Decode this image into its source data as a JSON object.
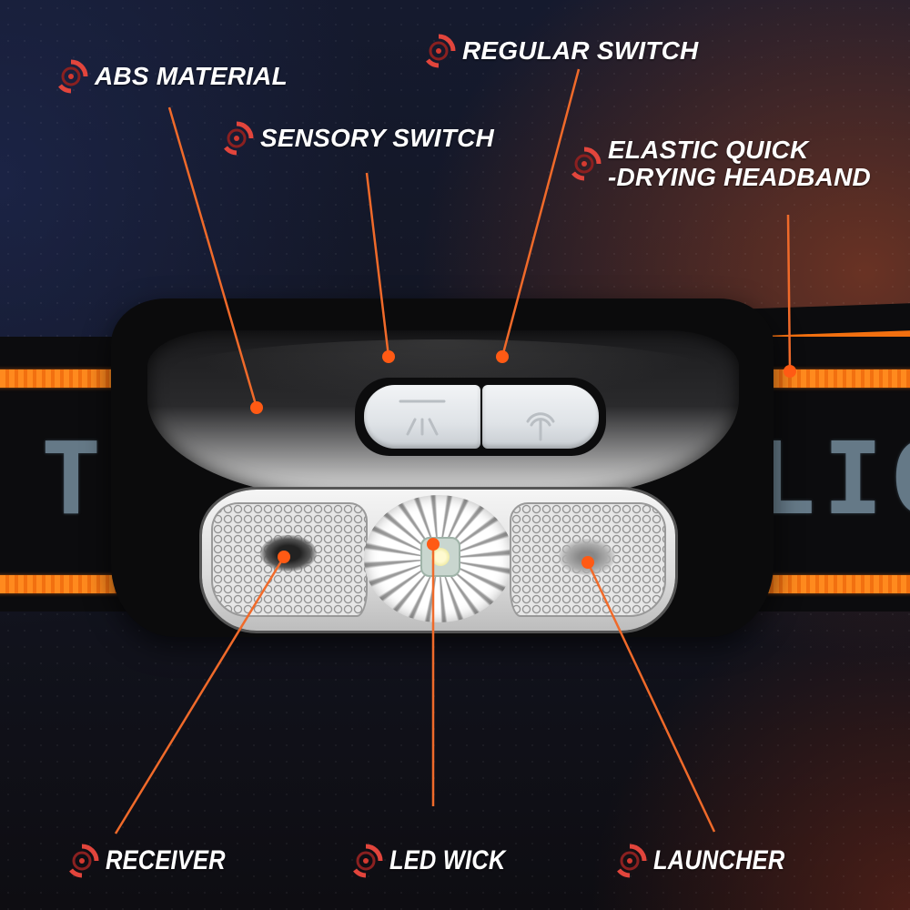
{
  "image": {
    "subject": "USB rechargeable sensor headlamp feature diagram",
    "background_colors": {
      "top_left": "#151a2e",
      "right": "#6e3322",
      "bottom": "#0e0d12"
    },
    "accent_color": "#ff5a14",
    "headband_stripe_color": "#f27010",
    "headband_text": {
      "left": "TH",
      "right": "LIG"
    }
  },
  "callouts": [
    {
      "id": "abs-material",
      "label": "ABS MATERIAL",
      "icon": "target-icon"
    },
    {
      "id": "regular-switch",
      "label": "REGULAR SWITCH",
      "icon": "target-icon"
    },
    {
      "id": "sensory-switch",
      "label": "SENSORY SWITCH",
      "icon": "target-icon"
    },
    {
      "id": "elastic-headband",
      "label_lines": [
        "ELASTIC QUICK",
        "-DRYING HEADBAND"
      ],
      "icon": "target-icon"
    },
    {
      "id": "receiver",
      "label": "RECEIVER",
      "icon": "target-icon"
    },
    {
      "id": "led-wick",
      "label": "LED WICK",
      "icon": "target-icon"
    },
    {
      "id": "launcher",
      "label": "LAUNCHER",
      "icon": "target-icon"
    }
  ],
  "switches": {
    "left": {
      "icon": "light-sensor-icon"
    },
    "right": {
      "icon": "power-icon"
    }
  }
}
